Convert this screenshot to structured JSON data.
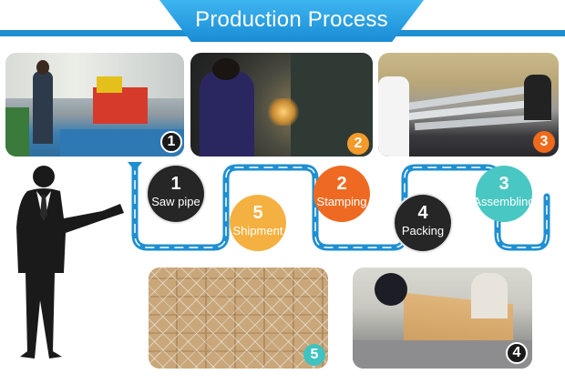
{
  "header": {
    "title": "Production Process"
  },
  "photos": [
    {
      "badge": "1"
    },
    {
      "badge": "2"
    },
    {
      "badge": "3"
    },
    {
      "badge": "5"
    },
    {
      "badge": "4"
    }
  ],
  "steps": [
    {
      "num": "1",
      "label": "Saw pipe"
    },
    {
      "num": "5",
      "label": "Shipment"
    },
    {
      "num": "2",
      "label": "Stamping"
    },
    {
      "num": "4",
      "label": "Packing"
    },
    {
      "num": "3",
      "label": "Assembling"
    }
  ],
  "colors": {
    "brand_blue": "#1e8fd0",
    "dark": "#262626",
    "orange": "#f4b040",
    "orangered": "#ee6a22",
    "teal": "#49c7c2"
  }
}
